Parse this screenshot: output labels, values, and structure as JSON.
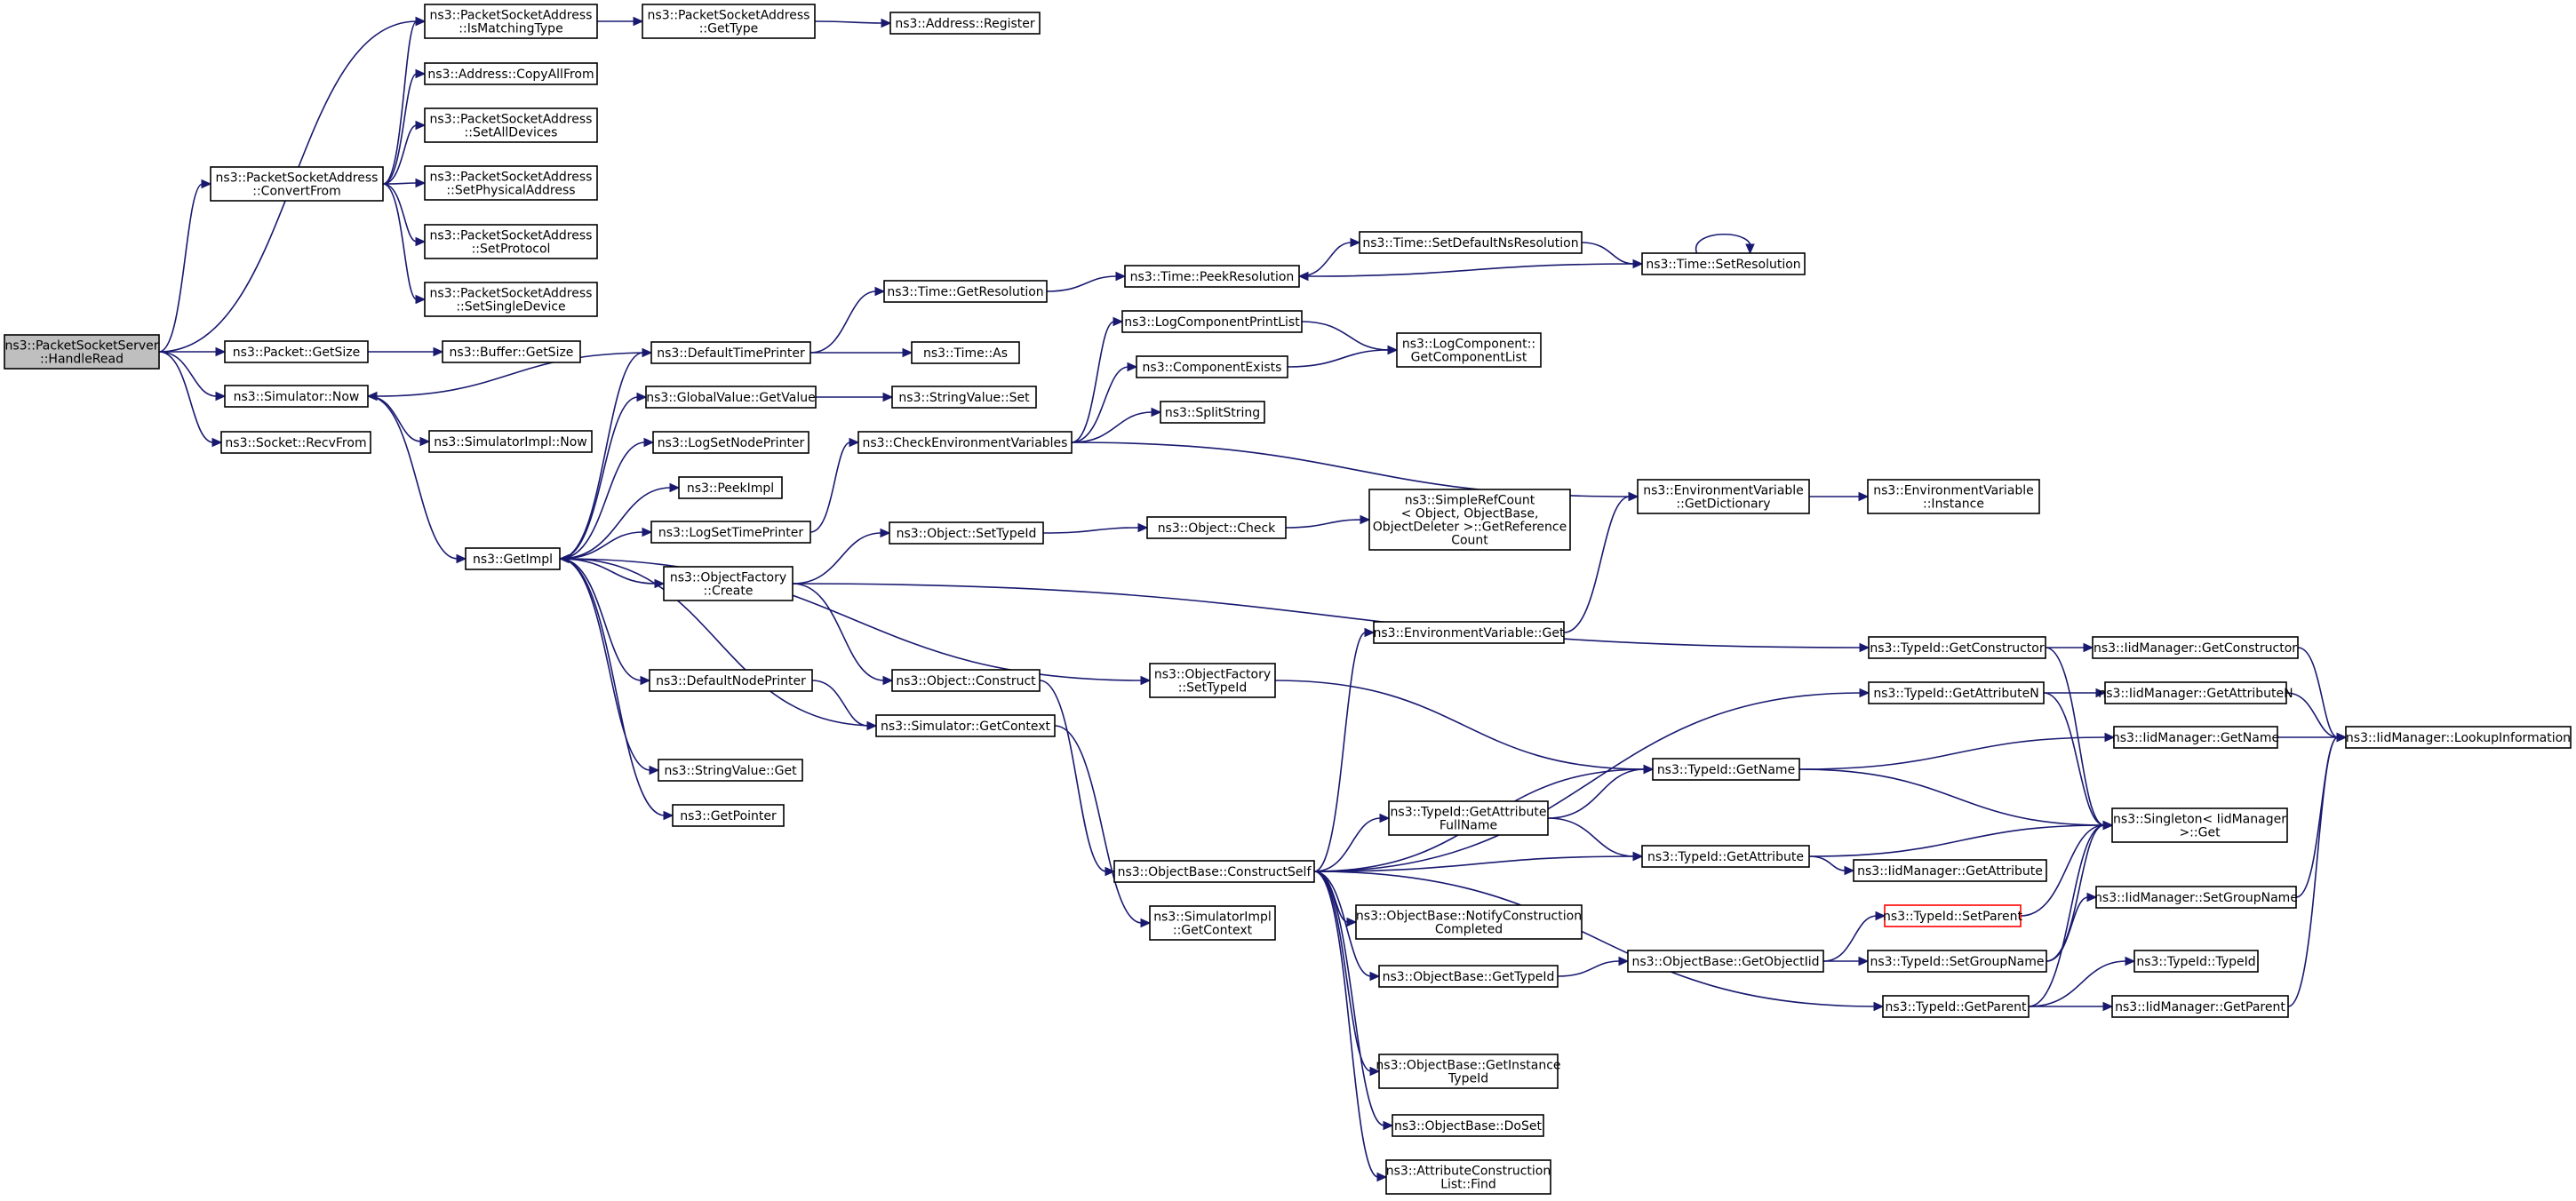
{
  "graph": {
    "edge_color": "#191970",
    "node_border": "#000000",
    "root_fill": "#bfbfbf",
    "highlight_border": "#ff0000",
    "nodes": {
      "HandleRead": [
        "ns3::PacketSocketServer",
        "::HandleRead"
      ],
      "IsMatchingType": [
        "ns3::PacketSocketAddress",
        "::IsMatchingType"
      ],
      "GetType": [
        "ns3::PacketSocketAddress",
        "::GetType"
      ],
      "AddrRegister": [
        "ns3::Address::Register"
      ],
      "CopyAllFrom": [
        "ns3::Address::CopyAllFrom"
      ],
      "ConvertFrom": [
        "ns3::PacketSocketAddress",
        "::ConvertFrom"
      ],
      "SetAllDevices": [
        "ns3::PacketSocketAddress",
        "::SetAllDevices"
      ],
      "SetPhysicalAddress": [
        "ns3::PacketSocketAddress",
        "::SetPhysicalAddress"
      ],
      "SetProtocol": [
        "ns3::PacketSocketAddress",
        "::SetProtocol"
      ],
      "SetSingleDevice": [
        "ns3::PacketSocketAddress",
        "::SetSingleDevice"
      ],
      "PacketGetSize": [
        "ns3::Packet::GetSize"
      ],
      "BufferGetSize": [
        "ns3::Buffer::GetSize"
      ],
      "SimNow": [
        "ns3::Simulator::Now"
      ],
      "SimImplNow": [
        "ns3::SimulatorImpl::Now"
      ],
      "RecvFrom": [
        "ns3::Socket::RecvFrom"
      ],
      "GetImpl": [
        "ns3::GetImpl"
      ],
      "DefaultTimePrinter": [
        "ns3::DefaultTimePrinter"
      ],
      "TimeGetResolution": [
        "ns3::Time::GetResolution"
      ],
      "TimeAs": [
        "ns3::Time::As"
      ],
      "GlobalValueGetValue": [
        "ns3::GlobalValue::GetValue"
      ],
      "StringValueSet": [
        "ns3::StringValue::Set"
      ],
      "LogSetNodePrinter": [
        "ns3::LogSetNodePrinter"
      ],
      "PeekImpl": [
        "ns3::PeekImpl"
      ],
      "LogSetTimePrinter": [
        "ns3::LogSetTimePrinter"
      ],
      "CheckEnv": [
        "ns3::CheckEnvironmentVariables"
      ],
      "ObjectFactoryCreate": [
        "ns3::ObjectFactory",
        "::Create"
      ],
      "DefaultNodePrinter": [
        "ns3::DefaultNodePrinter"
      ],
      "StringValueGet": [
        "ns3::StringValue::Get"
      ],
      "GetPointer": [
        "ns3::GetPointer"
      ],
      "TimePeekResolution": [
        "ns3::Time::PeekResolution"
      ],
      "SetDefaultNsResolution": [
        "ns3::Time::SetDefaultNsResolution"
      ],
      "TimeSetResolution": [
        "ns3::Time::SetResolution"
      ],
      "LogComponentPrintList": [
        "ns3::LogComponentPrintList"
      ],
      "ComponentExists": [
        "ns3::ComponentExists"
      ],
      "SplitString": [
        "ns3::SplitString"
      ],
      "GetComponentList": [
        "ns3::LogComponent::",
        "GetComponentList"
      ],
      "EnvGetDictionary": [
        "ns3::EnvironmentVariable",
        "::GetDictionary"
      ],
      "EnvInstance": [
        "ns3::EnvironmentVariable",
        "::Instance"
      ],
      "ObjectSetTypeId": [
        "ns3::Object::SetTypeId"
      ],
      "ObjectCheck": [
        "ns3::Object::Check"
      ],
      "SimpleRefCount": [
        "ns3::SimpleRefCount",
        "< Object, ObjectBase,",
        "ObjectDeleter >::GetReference",
        "Count"
      ],
      "ObjectConstruct": [
        "ns3::Object::Construct"
      ],
      "SimGetContext": [
        "ns3::Simulator::GetContext"
      ],
      "ObjectFactorySetTypeId": [
        "ns3::ObjectFactory",
        "::SetTypeId"
      ],
      "EnvGet": [
        "ns3::EnvironmentVariable::Get"
      ],
      "ConstructSelf": [
        "ns3::ObjectBase::ConstructSelf"
      ],
      "SimImplGetContext": [
        "ns3::SimulatorImpl",
        "::GetContext"
      ],
      "GetAttributeFullName": [
        "ns3::TypeId::GetAttribute",
        "FullName"
      ],
      "NotifyConstructionCompleted": [
        "ns3::ObjectBase::NotifyConstruction",
        "Completed"
      ],
      "ObjectBaseGetTypeId": [
        "ns3::ObjectBase::GetTypeId"
      ],
      "GetInstanceTypeId": [
        "ns3::ObjectBase::GetInstance",
        "TypeId"
      ],
      "DoSet": [
        "ns3::ObjectBase::DoSet"
      ],
      "AttrListFind": [
        "ns3::AttributeConstruction",
        "List::Find"
      ],
      "TypeIdGetConstructor": [
        "ns3::TypeId::GetConstructor"
      ],
      "TypeIdGetAttributeN": [
        "ns3::TypeId::GetAttributeN"
      ],
      "TypeIdGetName": [
        "ns3::TypeId::GetName"
      ],
      "TypeIdGetAttribute": [
        "ns3::TypeId::GetAttribute"
      ],
      "GetObjectIid": [
        "ns3::ObjectBase::GetObjectIid"
      ],
      "TypeIdSetParent": [
        "ns3::TypeId::SetParent"
      ],
      "TypeIdSetGroupName": [
        "ns3::TypeId::SetGroupName"
      ],
      "TypeIdGetParent": [
        "ns3::TypeId::GetParent"
      ],
      "IidGetConstructor": [
        "ns3::IidManager::GetConstructor"
      ],
      "IidGetAttributeN": [
        "ns3::IidManager::GetAttributeN"
      ],
      "IidGetName": [
        "ns3::IidManager::GetName"
      ],
      "SingletonGet": [
        "ns3::Singleton< IidManager",
        ">::Get"
      ],
      "IidGetAttribute": [
        "ns3::IidManager::GetAttribute"
      ],
      "IidSetGroupName": [
        "ns3::IidManager::SetGroupName"
      ],
      "TypeIdTypeId": [
        "ns3::TypeId::TypeId"
      ],
      "IidGetParent": [
        "ns3::IidManager::GetParent"
      ],
      "LookupInformation": [
        "ns3::IidManager::LookupInformation"
      ]
    },
    "edges": [
      [
        "HandleRead",
        "IsMatchingType"
      ],
      [
        "HandleRead",
        "ConvertFrom"
      ],
      [
        "HandleRead",
        "PacketGetSize"
      ],
      [
        "HandleRead",
        "SimNow"
      ],
      [
        "HandleRead",
        "RecvFrom"
      ],
      [
        "IsMatchingType",
        "GetType"
      ],
      [
        "GetType",
        "AddrRegister"
      ],
      [
        "ConvertFrom",
        "IsMatchingType"
      ],
      [
        "ConvertFrom",
        "CopyAllFrom"
      ],
      [
        "ConvertFrom",
        "SetAllDevices"
      ],
      [
        "ConvertFrom",
        "SetPhysicalAddress"
      ],
      [
        "ConvertFrom",
        "SetProtocol"
      ],
      [
        "ConvertFrom",
        "SetSingleDevice"
      ],
      [
        "PacketGetSize",
        "BufferGetSize"
      ],
      [
        "SimNow",
        "SimImplNow"
      ],
      [
        "SimNow",
        "GetImpl"
      ],
      [
        "DefaultTimePrinter",
        "SimNow"
      ],
      [
        "DefaultTimePrinter",
        "TimeGetResolution"
      ],
      [
        "DefaultTimePrinter",
        "TimeAs"
      ],
      [
        "GetImpl",
        "DefaultTimePrinter"
      ],
      [
        "GetImpl",
        "GlobalValueGetValue"
      ],
      [
        "GetImpl",
        "LogSetNodePrinter"
      ],
      [
        "GetImpl",
        "PeekImpl"
      ],
      [
        "GetImpl",
        "LogSetTimePrinter"
      ],
      [
        "GetImpl",
        "ObjectFactoryCreate"
      ],
      [
        "GetImpl",
        "DefaultNodePrinter"
      ],
      [
        "GetImpl",
        "StringValueGet"
      ],
      [
        "GetImpl",
        "GetPointer"
      ],
      [
        "GetImpl",
        "ObjectFactorySetTypeId"
      ],
      [
        "SimGetContext",
        "GetImpl"
      ],
      [
        "GlobalValueGetValue",
        "StringValueSet"
      ],
      [
        "LogSetTimePrinter",
        "CheckEnv"
      ],
      [
        "TimeGetResolution",
        "TimePeekResolution"
      ],
      [
        "TimePeekResolution",
        "SetDefaultNsResolution"
      ],
      [
        "SetDefaultNsResolution",
        "TimeSetResolution"
      ],
      [
        "TimeSetResolution",
        "TimePeekResolution"
      ],
      [
        "TimeSetResolution",
        "TimeSetResolution"
      ],
      [
        "CheckEnv",
        "LogComponentPrintList"
      ],
      [
        "CheckEnv",
        "ComponentExists"
      ],
      [
        "CheckEnv",
        "SplitString"
      ],
      [
        "CheckEnv",
        "EnvGetDictionary"
      ],
      [
        "LogComponentPrintList",
        "GetComponentList"
      ],
      [
        "ComponentExists",
        "GetComponentList"
      ],
      [
        "EnvGetDictionary",
        "EnvInstance"
      ],
      [
        "ObjectFactoryCreate",
        "ObjectSetTypeId"
      ],
      [
        "ObjectFactoryCreate",
        "ObjectConstruct"
      ],
      [
        "ObjectFactoryCreate",
        "TypeIdGetConstructor"
      ],
      [
        "ObjectSetTypeId",
        "ObjectCheck"
      ],
      [
        "ObjectCheck",
        "SimpleRefCount"
      ],
      [
        "DefaultNodePrinter",
        "SimGetContext"
      ],
      [
        "ObjectConstruct",
        "ConstructSelf"
      ],
      [
        "SimGetContext",
        "SimImplGetContext"
      ],
      [
        "ObjectFactorySetTypeId",
        "TypeIdGetName"
      ],
      [
        "EnvGet",
        "EnvGetDictionary"
      ],
      [
        "ConstructSelf",
        "EnvGet"
      ],
      [
        "ConstructSelf",
        "TypeIdGetAttributeN"
      ],
      [
        "ConstructSelf",
        "TypeIdGetName"
      ],
      [
        "ConstructSelf",
        "GetAttributeFullName"
      ],
      [
        "ConstructSelf",
        "TypeIdGetAttribute"
      ],
      [
        "ConstructSelf",
        "NotifyConstructionCompleted"
      ],
      [
        "ConstructSelf",
        "ObjectBaseGetTypeId"
      ],
      [
        "ConstructSelf",
        "TypeIdGetParent"
      ],
      [
        "ConstructSelf",
        "GetInstanceTypeId"
      ],
      [
        "ConstructSelf",
        "DoSet"
      ],
      [
        "ConstructSelf",
        "AttrListFind"
      ],
      [
        "GetAttributeFullName",
        "TypeIdGetName"
      ],
      [
        "GetAttributeFullName",
        "TypeIdGetAttribute"
      ],
      [
        "ObjectBaseGetTypeId",
        "GetObjectIid"
      ],
      [
        "GetObjectIid",
        "TypeIdSetParent"
      ],
      [
        "GetObjectIid",
        "TypeIdSetGroupName"
      ],
      [
        "TypeIdGetConstructor",
        "IidGetConstructor"
      ],
      [
        "TypeIdGetConstructor",
        "SingletonGet"
      ],
      [
        "TypeIdGetAttributeN",
        "IidGetAttributeN"
      ],
      [
        "TypeIdGetAttributeN",
        "SingletonGet"
      ],
      [
        "TypeIdGetName",
        "IidGetName"
      ],
      [
        "TypeIdGetName",
        "SingletonGet"
      ],
      [
        "TypeIdGetAttribute",
        "IidGetAttribute"
      ],
      [
        "TypeIdGetAttribute",
        "SingletonGet"
      ],
      [
        "TypeIdSetParent",
        "SingletonGet"
      ],
      [
        "TypeIdSetGroupName",
        "SingletonGet"
      ],
      [
        "TypeIdSetGroupName",
        "IidSetGroupName"
      ],
      [
        "TypeIdGetParent",
        "TypeIdTypeId"
      ],
      [
        "TypeIdGetParent",
        "IidGetParent"
      ],
      [
        "TypeIdGetParent",
        "SingletonGet"
      ],
      [
        "IidGetConstructor",
        "LookupInformation"
      ],
      [
        "IidGetAttributeN",
        "LookupInformation"
      ],
      [
        "IidGetName",
        "LookupInformation"
      ],
      [
        "IidSetGroupName",
        "LookupInformation"
      ],
      [
        "IidGetParent",
        "LookupInformation"
      ]
    ]
  }
}
